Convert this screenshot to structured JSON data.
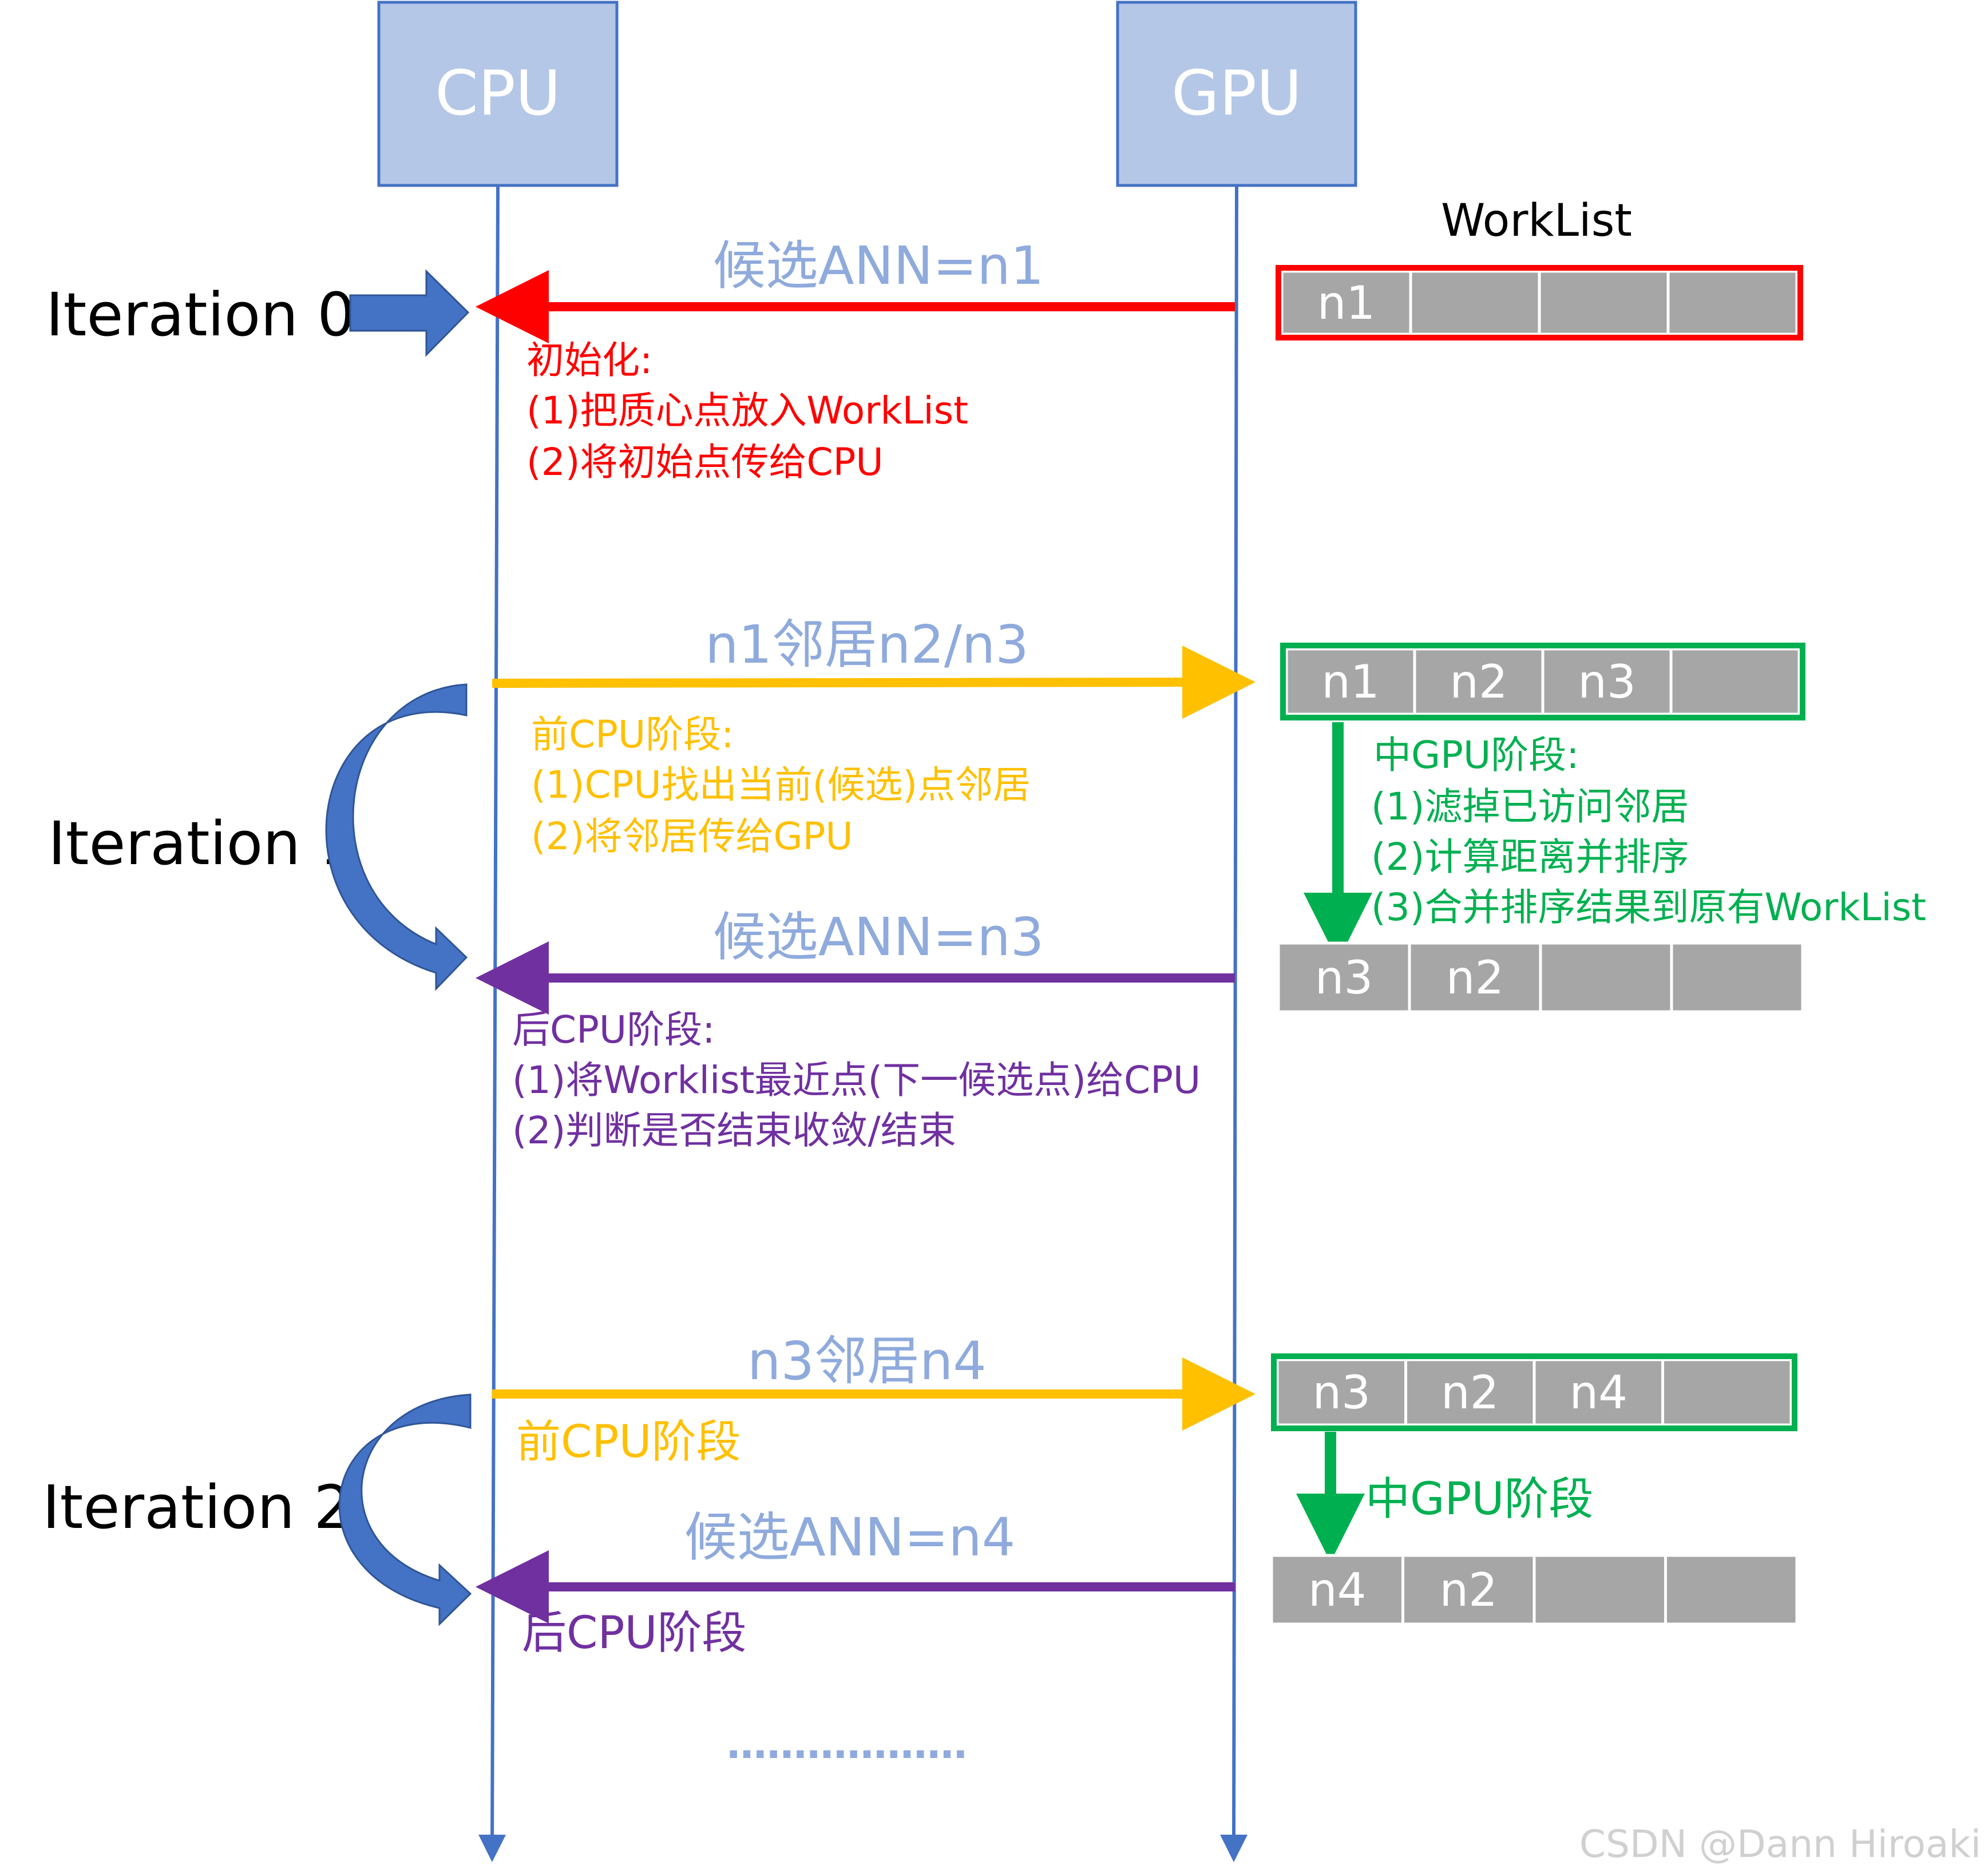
{
  "lanes": {
    "cpu": "CPU",
    "gpu": "GPU"
  },
  "worklist_title": "WorkList",
  "iterations": [
    "Iteration 0",
    "Iteration 1",
    "Iteration 2"
  ],
  "messages": {
    "m0": "候选ANN=n1",
    "m1": "n1邻居n2/n3",
    "m2": "候选ANN=n3",
    "m3": "n3邻居n4",
    "m4": "候选ANN=n4"
  },
  "notes": {
    "init": [
      "初始化:",
      "(1)把质心点放入WorkList",
      "(2)将初始点传给CPU"
    ],
    "pre_cpu_1": [
      "前CPU阶段:",
      "(1)CPU找出当前(候选)点邻居",
      "(2)将邻居传给GPU"
    ],
    "mid_gpu_1": [
      "中GPU阶段:",
      "(1)滤掉已访问邻居",
      "(2)计算距离并排序",
      "(3)合并排序结果到原有WorkList"
    ],
    "post_cpu_1": [
      "后CPU阶段:",
      "(1)将Worklist最近点(下一候选点)给CPU",
      "(2)判断是否结束收敛/结束"
    ],
    "pre_cpu_2": "前CPU阶段",
    "mid_gpu_2": "中GPU阶段",
    "post_cpu_2": "后CPU阶段"
  },
  "worklists": {
    "w0": [
      "n1",
      "",
      "",
      ""
    ],
    "w1a": [
      "n1",
      "n2",
      "n3",
      ""
    ],
    "w1b": [
      "n3",
      "n2",
      "",
      ""
    ],
    "w2a": [
      "n3",
      "n2",
      "n4",
      ""
    ],
    "w2b": [
      "n4",
      "n2",
      "",
      ""
    ]
  },
  "ellipsis": "………………",
  "watermark": "CSDN @Dann Hiroaki",
  "colors": {
    "lane_box_fill": "#b4c7e7",
    "lane_box_stroke": "#4472c4",
    "lifeline": "#4472c4",
    "red": "#ff0000",
    "yellow": "#ffc000",
    "purple": "#7030a0",
    "green": "#00b050",
    "message_label": "#8faadc",
    "cell_fill": "#a6a6a6",
    "iteration_arrow": "#4472c4"
  }
}
